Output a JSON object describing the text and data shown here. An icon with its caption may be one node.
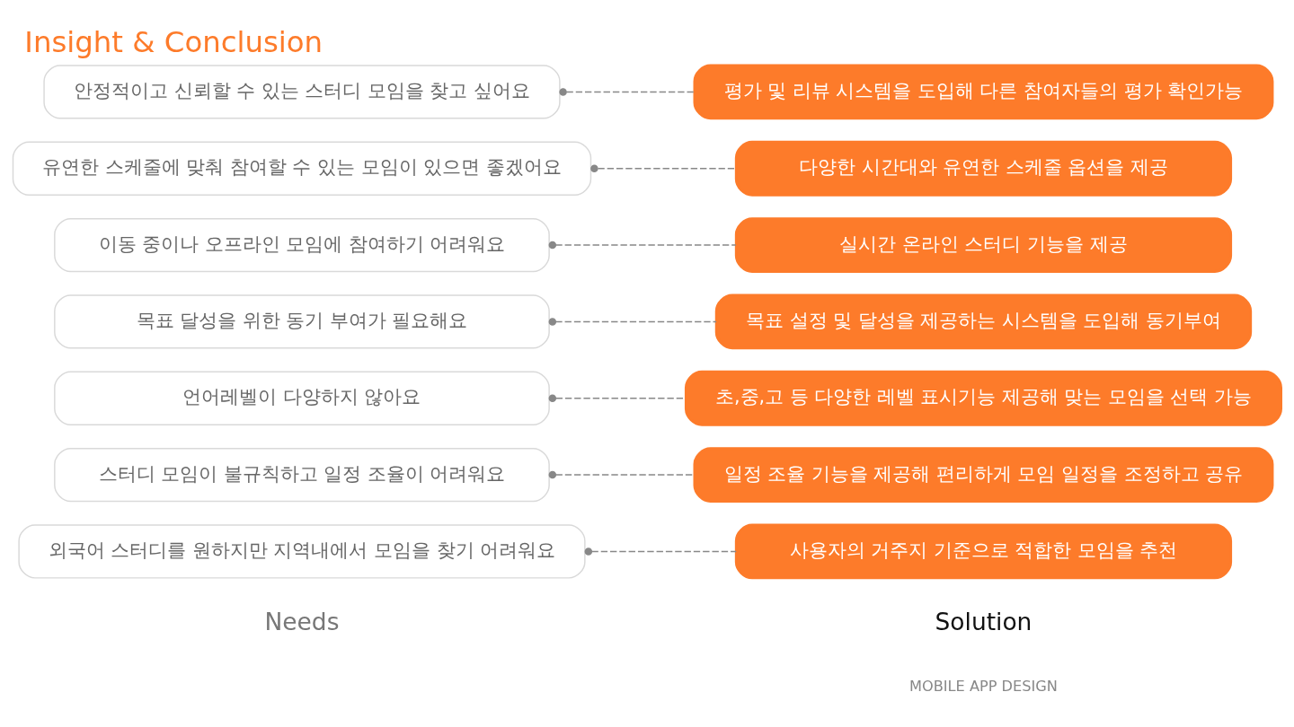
{
  "diagram": {
    "title": "Insight & Conclusion",
    "nodes": [
      {
        "text": [
          "외국어 스터디를 원하지만 지역내에서 모임을 찾기 어려워요"
        ]
      },
      {
        "text": [
          "사용자의 거주지 기준으로 적합한 모임을 추천"
        ]
      },
      {
        "text": [
          "스터디 모임이 불규칙하고 일정 조율이 어려워요"
        ]
      },
      {
        "text": [
          "일정 조율 기능을 제공해 편리하게 모임 일정을 조정하고 공유"
        ]
      },
      {
        "text": [
          "언어레벨이 다양하지 않아요"
        ]
      },
      {
        "text": [
          "초,중,고 등 다양한 레벨 표시기능 제공해 맞는 모임을 선택 가능"
        ]
      },
      {
        "text": [
          "목표 달성을 위한 동기 부여가 필요해요"
        ]
      },
      {
        "text": [
          "목표 설정 및 달성을 제공하는 시스템을 도입해 동기부여"
        ]
      },
      {
        "text": [
          "이동 중이나 오프라인 모임에 참여하기 어려워요"
        ]
      },
      {
        "text": [
          "실시간 온라인 스터디 기능을 제공"
        ]
      },
      {
        "text": [
          "유연한 스케줄에 맞춰 참여할 수 있는 모임이 있으면 좋겠어요"
        ]
      },
      {
        "text": [
          "다양한 시간대와 유연한 스케줄 옵션을 제공"
        ]
      },
      {
        "text": [
          "안정적이고 신뢰할 수 있는 스터디 모임을 찾고 싶어요"
        ]
      },
      {
        "text": [
          "평가 및 리뷰 시스템을 도입해 다른 참여자들의 평가 확인가능"
        ]
      }
    ],
    "edges": [
      {
        "from": 0,
        "to": 1,
        "arrow": "other",
        "style": "dashed"
      },
      {
        "from": 2,
        "to": 3,
        "arrow": "other",
        "style": "dashed"
      },
      {
        "from": 4,
        "to": 5,
        "arrow": "other",
        "style": "dashed"
      },
      {
        "from": 6,
        "to": 7,
        "arrow": "other",
        "style": "dashed"
      },
      {
        "from": 8,
        "to": 9,
        "arrow": "other",
        "style": "dashed"
      },
      {
        "from": 10,
        "to": 11,
        "arrow": "other",
        "style": "dashed"
      },
      {
        "from": 12,
        "to": 13,
        "arrow": "other",
        "style": "dashed"
      }
    ],
    "labels": [
      "MOBILE APP DESIGN",
      "Needs",
      "Solution"
    ]
  }
}
